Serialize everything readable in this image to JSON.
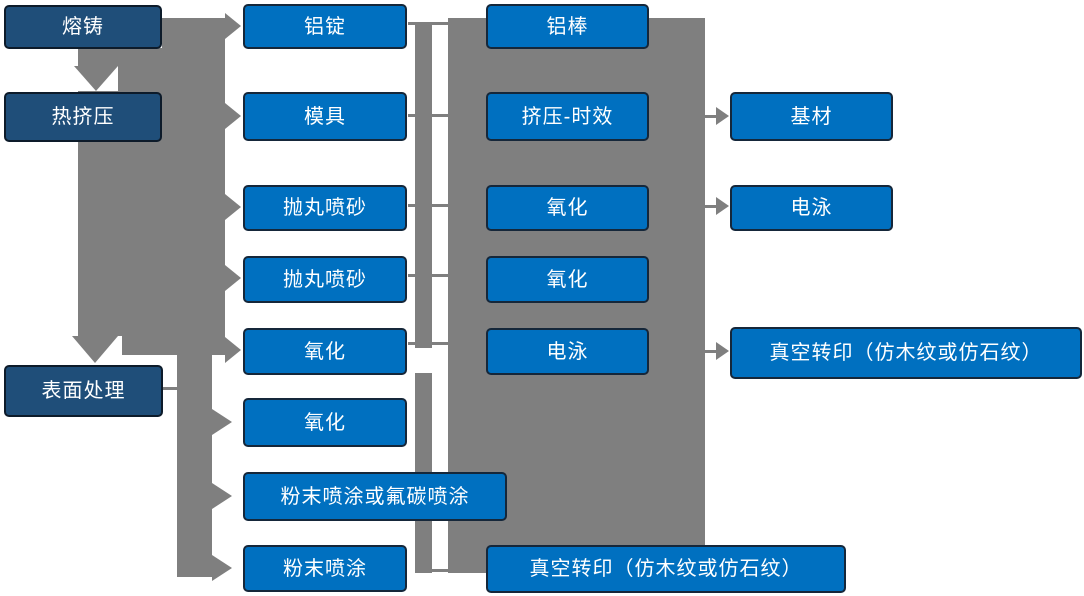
{
  "diagram_type": "flowchart",
  "colors": {
    "process_box_blue": "#0070c0",
    "stage_box_dark_blue": "#1f4e79",
    "connector_gray": "#7f7f7f",
    "box_border": "#15273a",
    "stage_box_border": "#0d1b2a",
    "text_white": "#ffffff",
    "background": "#ffffff"
  },
  "flow": {
    "col1": [
      "熔铸",
      "热挤压",
      "表面处理"
    ],
    "col2": [
      "铝锭",
      "模具",
      "抛丸喷砂",
      "抛丸喷砂",
      "氧化",
      "氧化",
      "粉末喷涂或氟碳喷涂",
      "粉末喷涂"
    ],
    "col3": [
      "铝棒",
      "挤压-时效",
      "氧化",
      "氧化",
      "电泳",
      "真空转印（仿木纹或仿石纹）"
    ],
    "col4": [
      "基材",
      "电泳",
      "真空转印（仿木纹或仿石纹）"
    ]
  }
}
